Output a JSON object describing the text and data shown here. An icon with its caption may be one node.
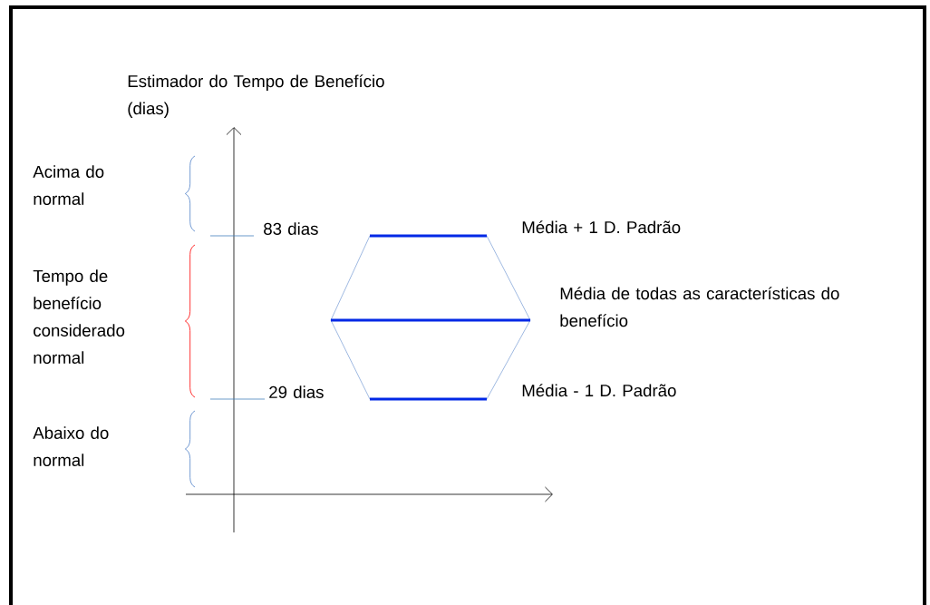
{
  "diagram": {
    "labels": [
      "Estimador do Tempo de Benefício (dias)",
      "Acima do normal",
      "83 dias",
      "Média + 1 D. Padrão",
      "Tempo de benefício considerado normal",
      "Média de todas as características do benefício",
      "29 dias",
      "Média - 1 D. Padrão",
      "Abaixo do normal"
    ]
  }
}
